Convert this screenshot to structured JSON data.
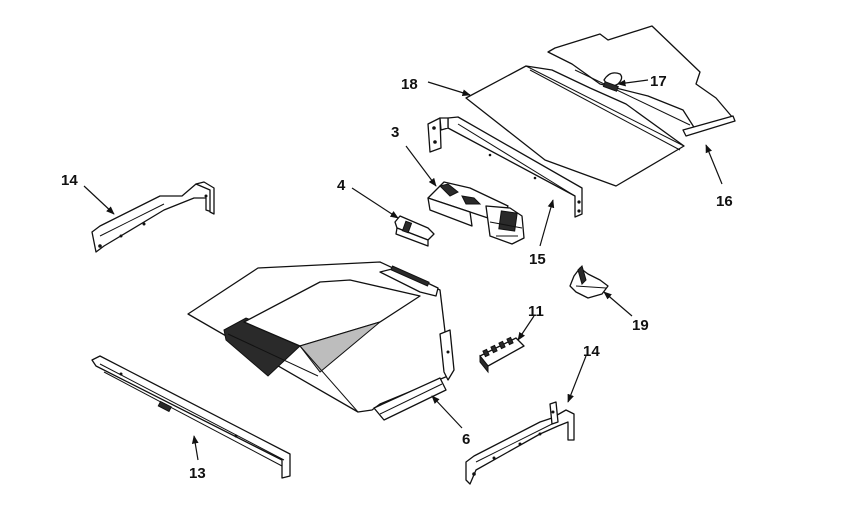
{
  "callouts": {
    "c3": "3",
    "c4": "4",
    "c6": "6",
    "c11": "11",
    "c13": "13",
    "c14_left": "14",
    "c14_right": "14",
    "c15": "15",
    "c16": "16",
    "c17": "17",
    "c18": "18",
    "c19": "19"
  },
  "colors": {
    "line": "#111111",
    "background": "#ffffff",
    "shade": "#2a2a2a"
  }
}
